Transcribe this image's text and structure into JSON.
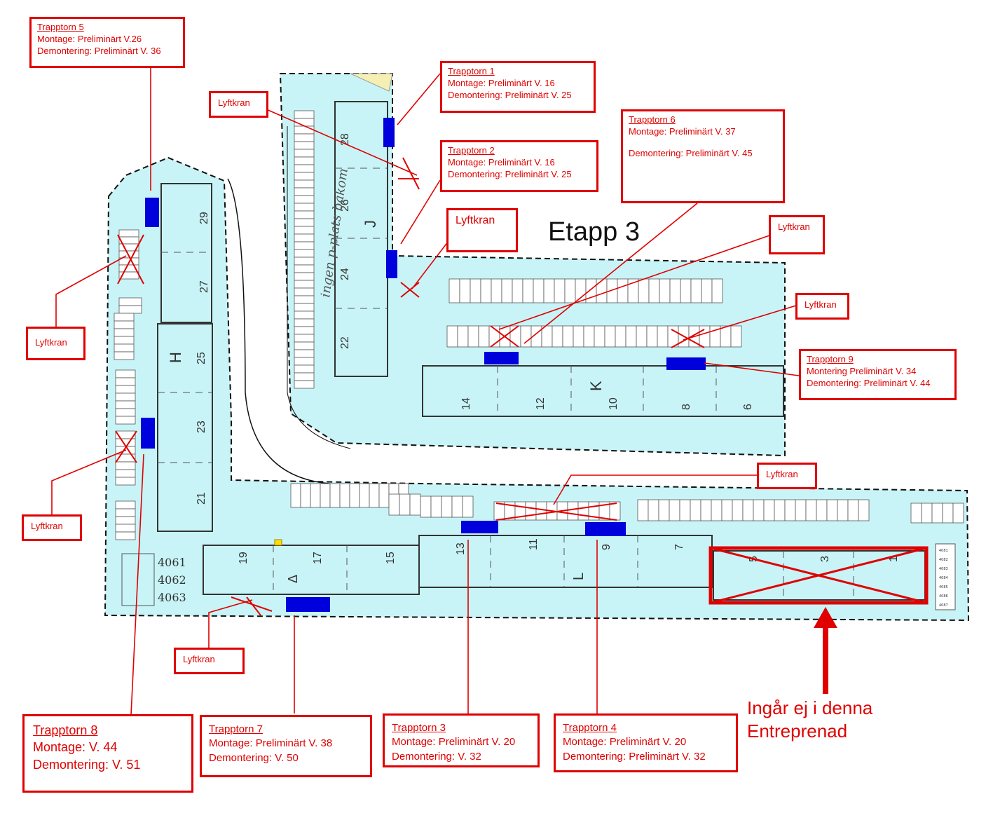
{
  "title": "Etapp 3",
  "excluded_note": [
    "Ingår ej i denna",
    "Entreprenad"
  ],
  "handwritten_note": "ingen p-plats bakom",
  "colors": {
    "site": "#c8f4f7",
    "callout": "#e00000",
    "tower": "#0000dd"
  },
  "towers": [
    {
      "name": "Trapptorn 1",
      "lines": [
        "Montage: Preliminärt V. 16",
        "Demontering: Preliminärt V. 25"
      ]
    },
    {
      "name": "Trapptorn 2",
      "lines": [
        "Montage: Preliminärt V. 16",
        "Demontering: Preliminärt V. 25"
      ]
    },
    {
      "name": "Trapptorn 3",
      "lines": [
        "Montage: Preliminärt V. 20",
        "Demontering: V. 32"
      ]
    },
    {
      "name": "Trapptorn 4",
      "lines": [
        "Montage: Preliminärt V. 20",
        "Demontering: Preliminärt V. 32"
      ]
    },
    {
      "name": "Trapptorn 5",
      "lines": [
        "Montage: Preliminärt V.26",
        "Demontering: Preliminärt V. 36"
      ]
    },
    {
      "name": "Trapptorn 6",
      "lines": [
        "Montage: Preliminärt V. 37",
        "Demontering: Preliminärt V. 45"
      ]
    },
    {
      "name": "Trapptorn 7",
      "lines": [
        "Montage: Preliminärt V. 38",
        "Demontering: V. 50"
      ]
    },
    {
      "name": "Trapptorn 8",
      "lines": [
        "Montage: V. 44",
        "Demontering: V. 51"
      ]
    },
    {
      "name": "Trapptorn 9",
      "lines": [
        "Montering Preliminärt V. 34",
        "Demontering: Preliminärt V. 44"
      ]
    }
  ],
  "crane_label": "Lyftkran",
  "buildings": {
    "H": {
      "letter": "H",
      "numbers": [
        "29",
        "27",
        "25",
        "23",
        "21"
      ]
    },
    "J": {
      "letter": "J",
      "numbers": [
        "28",
        "26",
        "24",
        "22"
      ]
    },
    "K": {
      "letter": "K",
      "numbers": [
        "14",
        "12",
        "10",
        "8",
        "6"
      ]
    },
    "L": {
      "letter": "L",
      "numbers": [
        "13",
        "11",
        "9",
        "7"
      ]
    },
    "M": {
      "letter": "5",
      "numbers": [
        "3",
        "1"
      ]
    },
    "G": {
      "letter": "Δ",
      "numbers": [
        "19",
        "17",
        "15"
      ]
    }
  },
  "garage_numbers": [
    "4061",
    "4062",
    "4063"
  ],
  "parking_right": [
    "4081",
    "4082",
    "4083",
    "4084",
    "4085",
    "4086",
    "4087"
  ]
}
